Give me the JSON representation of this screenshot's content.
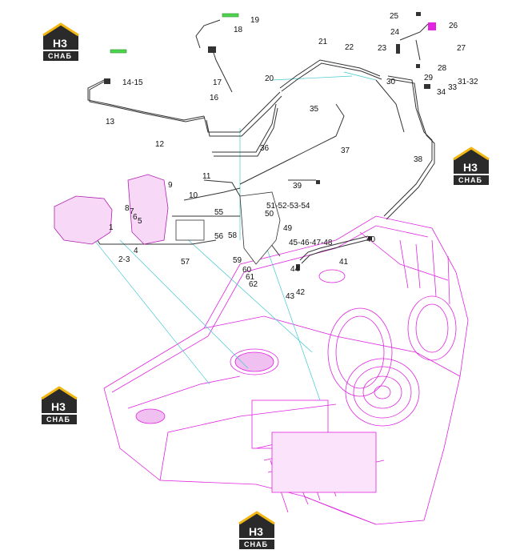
{
  "logo": {
    "mark": "H3",
    "text": "СНАБ"
  },
  "callouts": [
    "2-3",
    "4",
    "5",
    "6",
    "7",
    "8",
    "9",
    "10",
    "11",
    "12",
    "13",
    "14-15",
    "16",
    "17",
    "18",
    "19",
    "20",
    "21",
    "22",
    "23",
    "24",
    "25",
    "26",
    "27",
    "28",
    "29",
    "30",
    "31-32",
    "33",
    "34",
    "35",
    "36",
    "37",
    "38",
    "39",
    "40",
    "41",
    "42",
    "43",
    "44",
    "45-46-47-48",
    "49",
    "50",
    "51-52-53-54",
    "55",
    "56",
    "57",
    "58",
    "59",
    "60",
    "61",
    "62",
    "1"
  ],
  "colors": {
    "frame": "#e024e0",
    "pipe": "#333333",
    "leader": "#44c8d0",
    "logo_dark": "#2a2a2a",
    "logo_gold": "#f2b713",
    "highlight": "#4fd44f"
  }
}
